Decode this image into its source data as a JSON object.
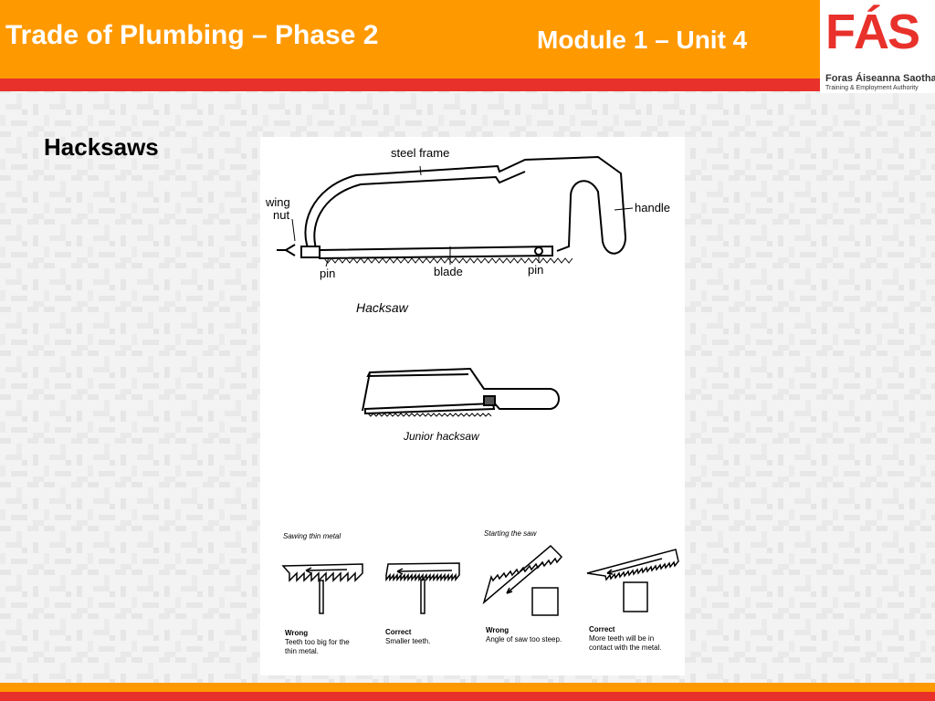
{
  "header": {
    "title": "Trade of Plumbing – Phase 2",
    "module": "Module 1 – Unit 4"
  },
  "logo": {
    "mark": "FÁS",
    "line1": "Foras Áiseanna Saothair",
    "line2": "Training & Employment Authority"
  },
  "slide": {
    "heading": "Hacksaws"
  },
  "figure": {
    "labels": {
      "steel_frame": "steel frame",
      "wing": "wing",
      "nut": "nut",
      "handle": "handle",
      "pin_left": "pin",
      "blade": "blade",
      "pin_right": "pin",
      "hacksaw_caption": "Hacksaw",
      "junior_caption": "Junior hacksaw",
      "sawing_thin_metal": "Sawing thin metal",
      "starting_the_saw": "Starting the saw"
    },
    "panels": [
      {
        "verdict": "Wrong",
        "line1": "Teeth too big for the",
        "line2": "thin metal."
      },
      {
        "verdict": "Correct",
        "line1": "Smaller teeth.",
        "line2": ""
      },
      {
        "verdict": "Wrong",
        "line1": "Angle of saw too steep.",
        "line2": ""
      },
      {
        "verdict": "Correct",
        "line1": "More teeth will be in",
        "line2": "contact with the metal."
      }
    ]
  },
  "colors": {
    "header_orange": "#ff9900",
    "accent_red": "#e8312a"
  }
}
